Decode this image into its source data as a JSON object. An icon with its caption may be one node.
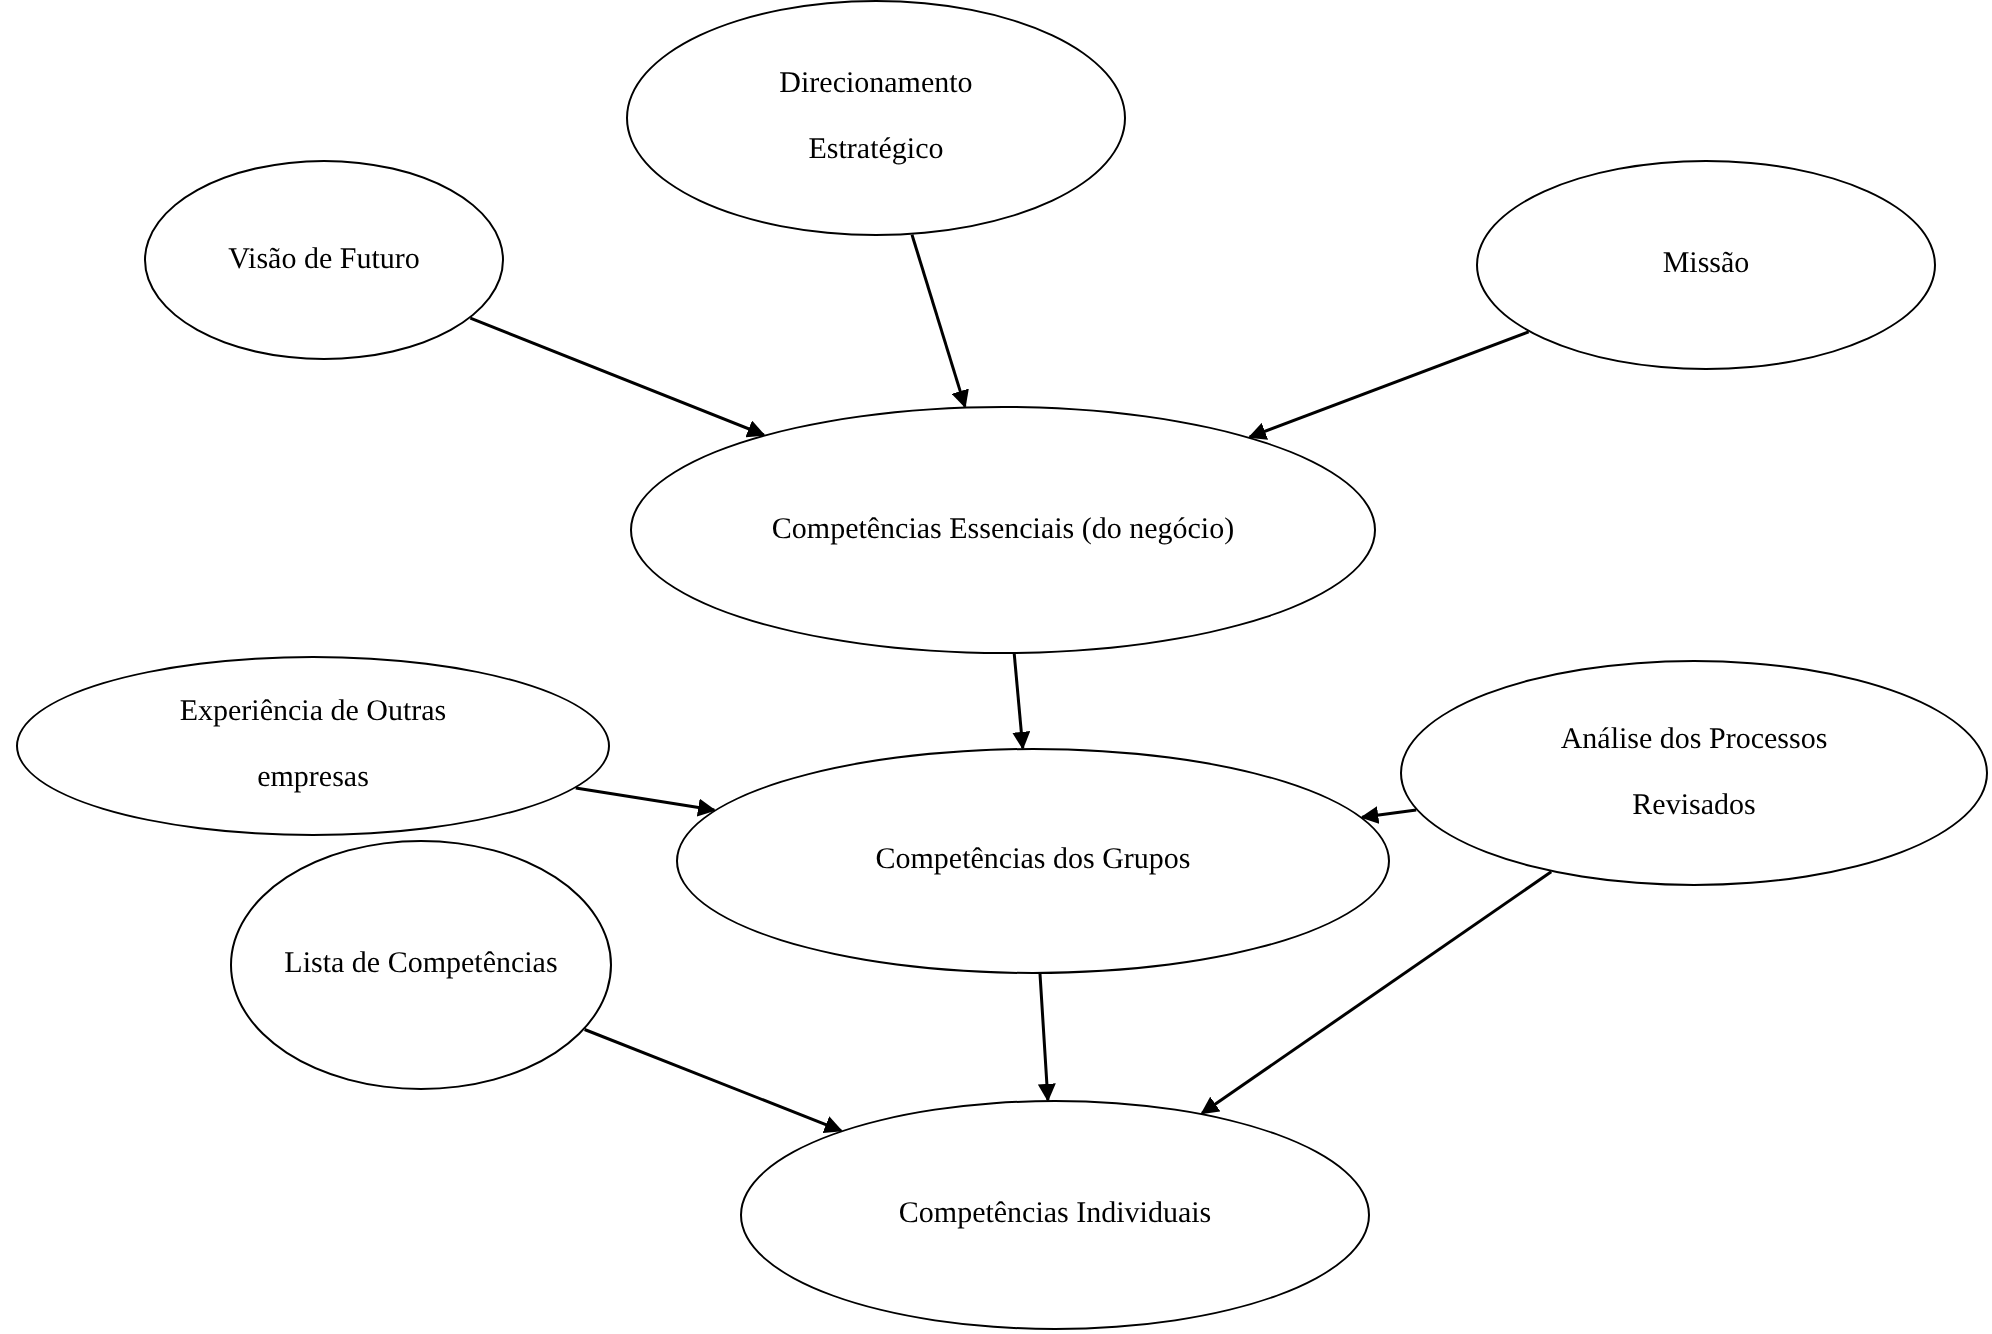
{
  "diagram": {
    "nodes": [
      {
        "text": [
          "Direcionamento Estratégico"
        ]
      },
      {
        "text": [
          "Visão de Futuro"
        ]
      },
      {
        "text": [
          "Missão"
        ]
      },
      {
        "text": [
          "Competências Essenciais (do negócio)"
        ]
      },
      {
        "text": [
          "Experiência de Outras empresas"
        ]
      },
      {
        "text": [
          "Análise dos Processos Revisados"
        ]
      },
      {
        "text": [
          "Competências dos Grupos"
        ]
      },
      {
        "text": [
          "Lista de Competências"
        ]
      },
      {
        "text": [
          "Competências Individuais"
        ]
      }
    ],
    "edges": [
      {
        "from": 0,
        "to": 3,
        "arrow": "to"
      },
      {
        "from": 1,
        "to": 3,
        "arrow": "to"
      },
      {
        "from": 2,
        "to": 3,
        "arrow": "to"
      },
      {
        "from": 3,
        "to": 6,
        "arrow": "to"
      },
      {
        "from": 4,
        "to": 6,
        "arrow": "to"
      },
      {
        "from": 5,
        "to": 6,
        "arrow": "to"
      },
      {
        "from": 6,
        "to": 8,
        "arrow": "to"
      },
      {
        "from": 7,
        "to": 8,
        "arrow": "to"
      },
      {
        "from": 5,
        "to": 8,
        "arrow": "to"
      }
    ]
  }
}
